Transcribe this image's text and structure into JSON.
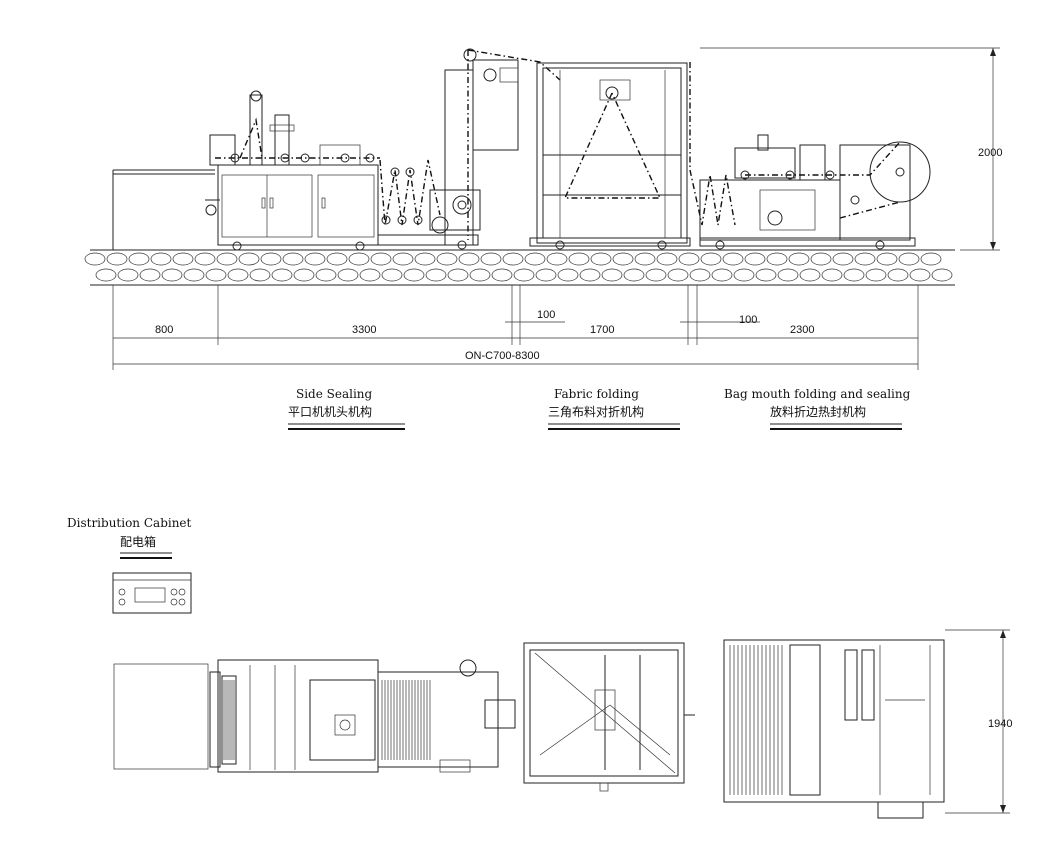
{
  "dimensions": {
    "height_side": "2000",
    "len_800": "800",
    "len_3300": "3300",
    "len_100a": "100",
    "len_1700": "1700",
    "len_100b": "100",
    "len_2300": "2300",
    "total": "ON-C700-8300",
    "width_top": "1940"
  },
  "sections": {
    "side_sealing_en": "Side Sealing",
    "side_sealing_cn": "平口机机头机构",
    "fabric_folding_en": "Fabric folding",
    "fabric_folding_cn": "三角布料对折机构",
    "bag_mouth_en": "Bag mouth folding and sealing",
    "bag_mouth_cn": "放料折边热封机构"
  },
  "cabinet": {
    "label_en": "Distribution Cabinet",
    "label_cn": "配电箱"
  }
}
